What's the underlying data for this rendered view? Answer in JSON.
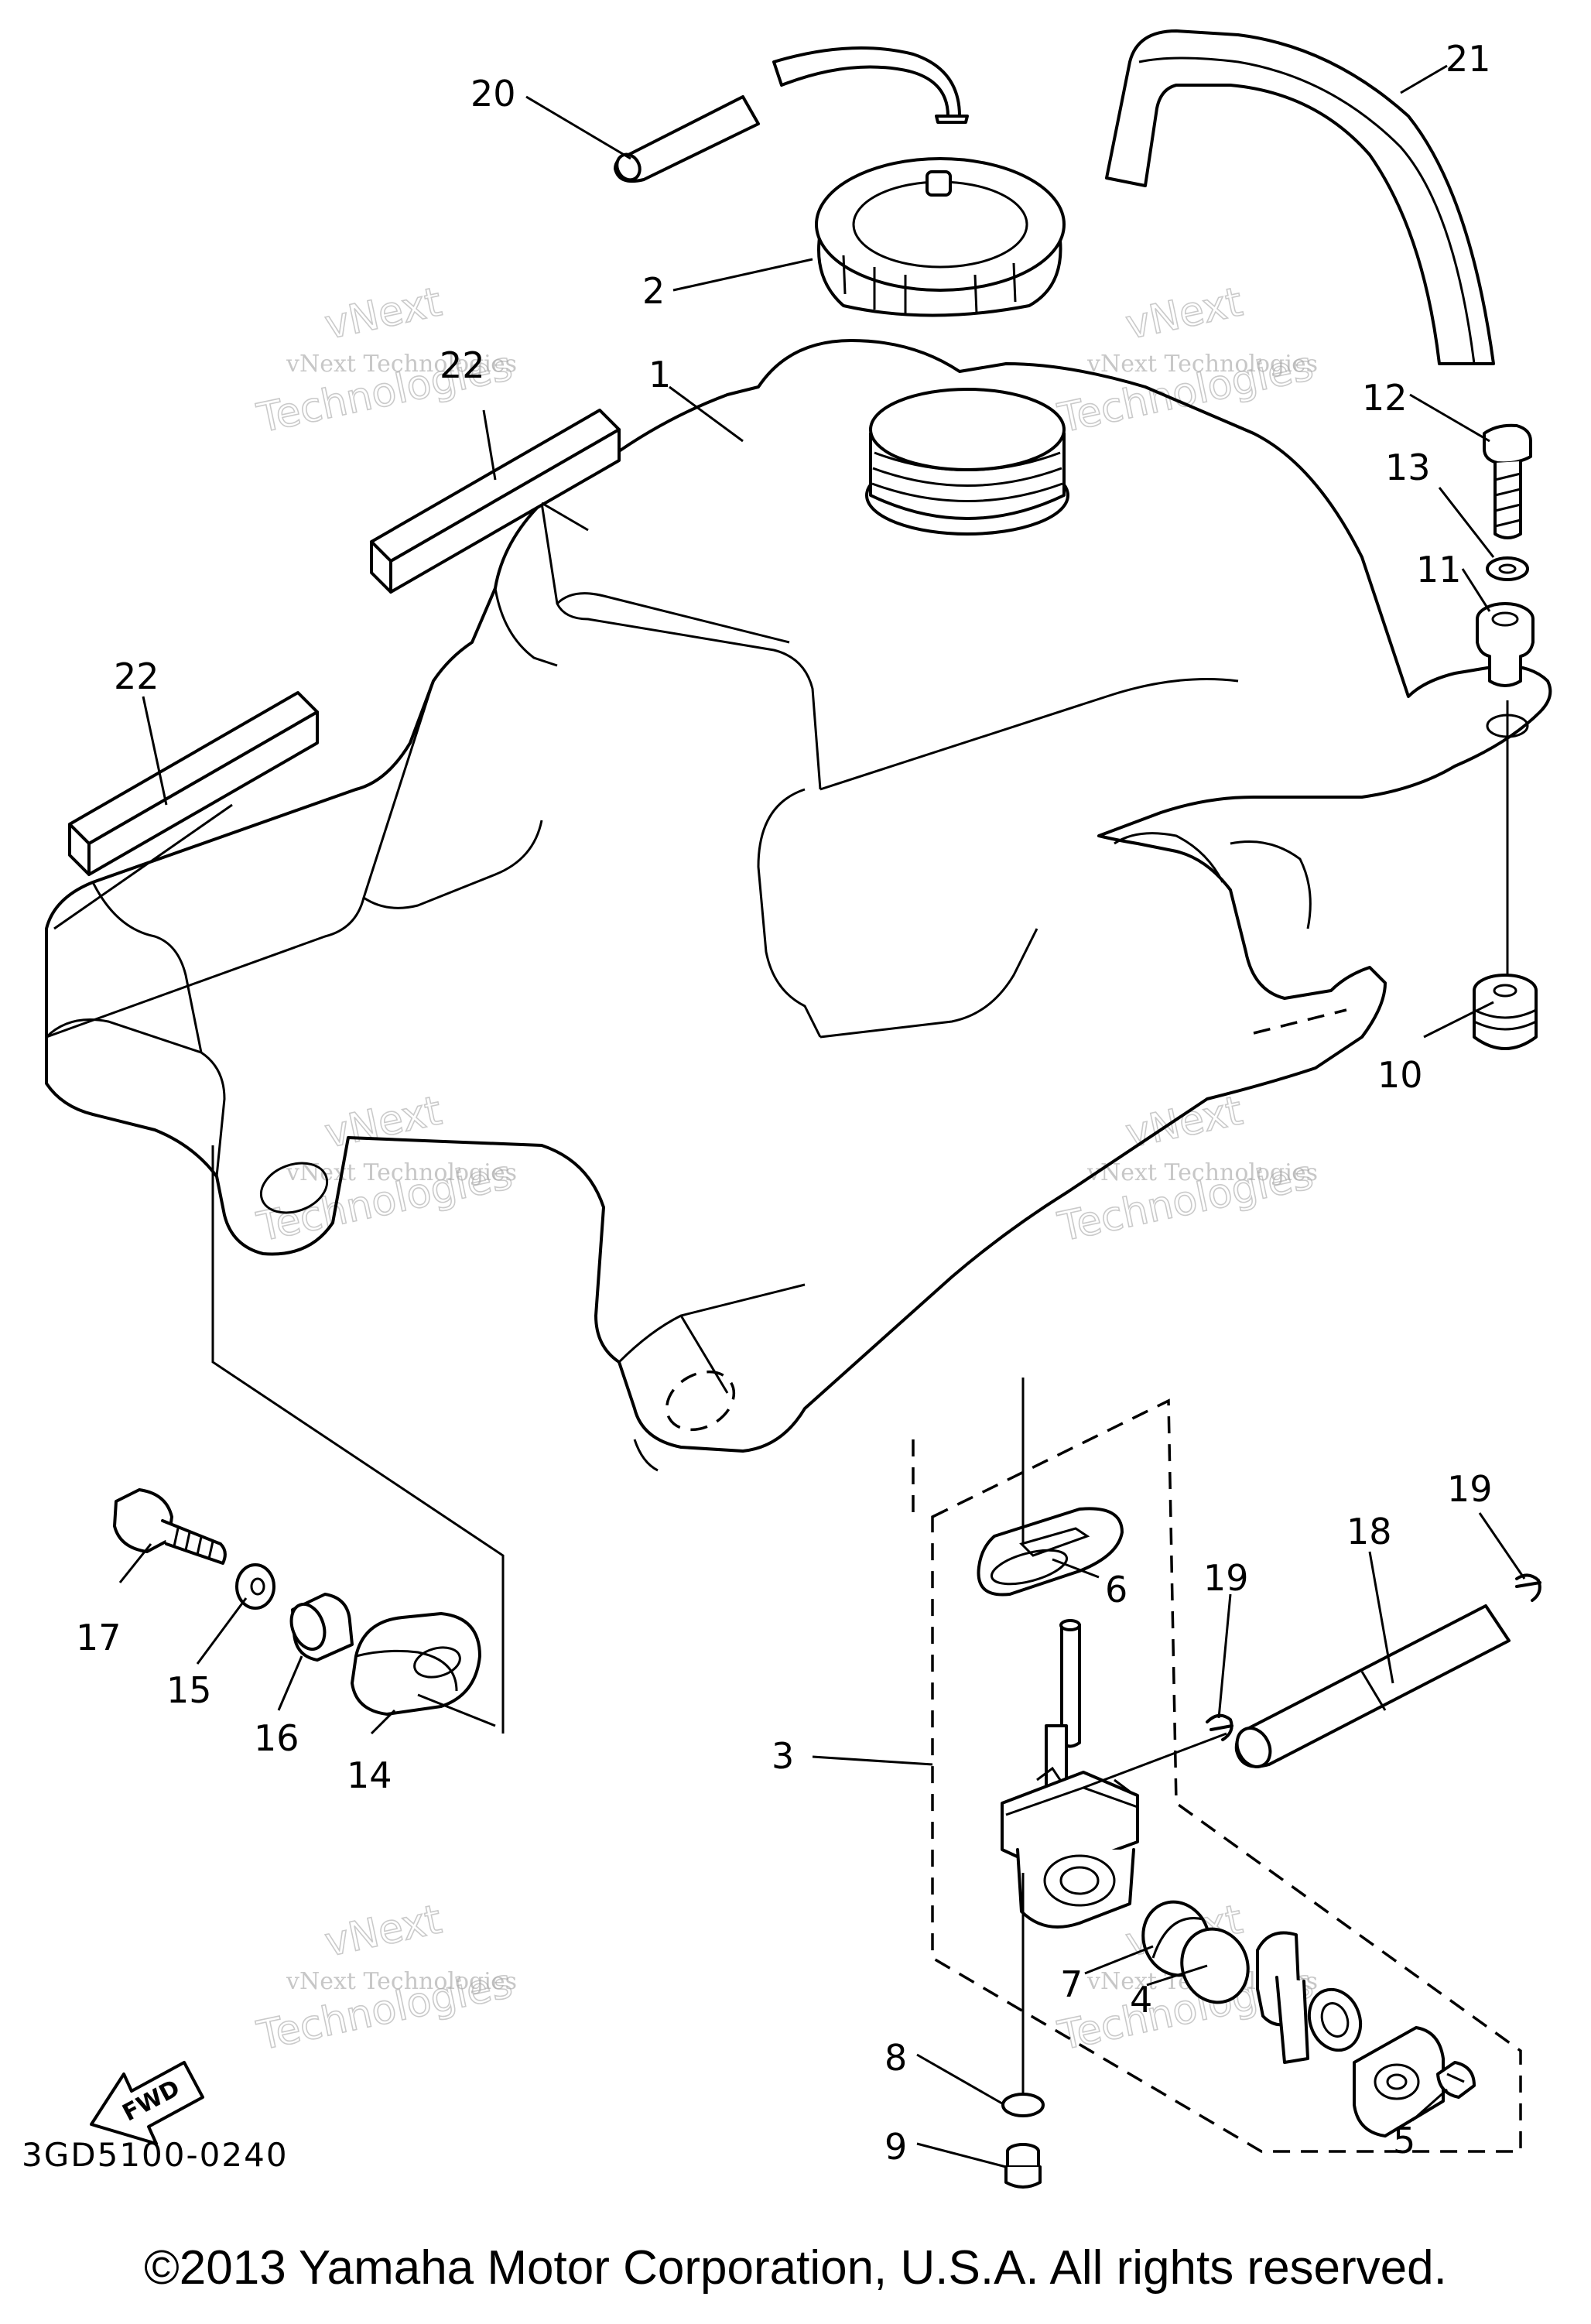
{
  "callouts": [
    "1",
    "2",
    "3",
    "4",
    "5",
    "6",
    "7",
    "8",
    "9",
    "10",
    "11",
    "12",
    "13",
    "14",
    "15",
    "16",
    "17",
    "18",
    "19",
    "19",
    "20",
    "21",
    "22",
    "22"
  ],
  "fwd_label": "FWD",
  "diagram_code": "3GD5100-0240",
  "copyright": "©2013 Yamaha Motor Corporation, U.S.A. All rights reserved.",
  "watermark": {
    "line1": "vNext Technologies",
    "line2": "vNext",
    "line3": "Technologies"
  }
}
